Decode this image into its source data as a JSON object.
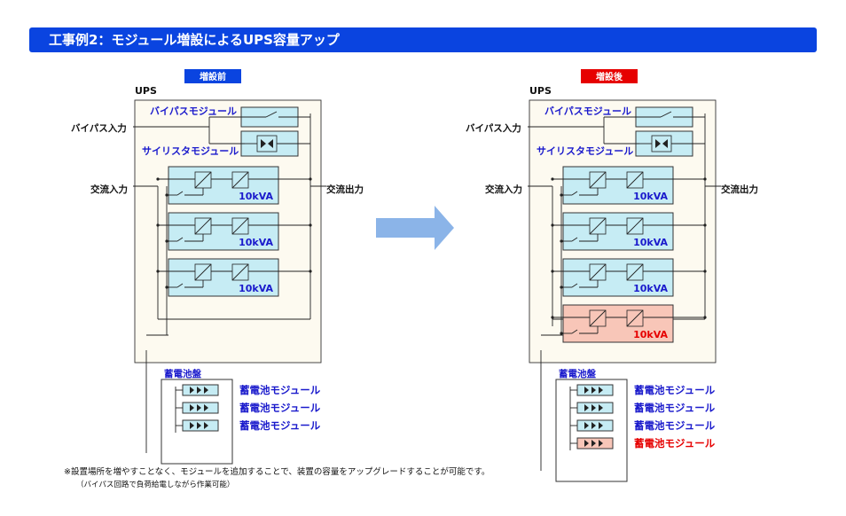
{
  "title": "工事例2：モジュール増設によるUPS容量アップ",
  "before": {
    "badge": "増設前",
    "ups_label": "UPS",
    "bypass_module": "バイパスモジュール",
    "thyristor_module": "サイリスタモジュール",
    "bypass_input": "バイパス入力",
    "ac_input": "交流入力",
    "ac_output": "交流出力",
    "modules": [
      "10kVA",
      "10kVA",
      "10kVA"
    ],
    "battery_panel": "蓄電池盤",
    "batteries": [
      "蓄電池モジュール",
      "蓄電池モジュール",
      "蓄電池モジュール"
    ]
  },
  "after": {
    "badge": "増設後",
    "ups_label": "UPS",
    "bypass_module": "バイパスモジュール",
    "thyristor_module": "サイリスタモジュール",
    "bypass_input": "バイパス入力",
    "ac_input": "交流入力",
    "ac_output": "交流出力",
    "modules": [
      "10kVA",
      "10kVA",
      "10kVA",
      "10kVA"
    ],
    "battery_panel": "蓄電池盤",
    "batteries": [
      "蓄電池モジュール",
      "蓄電池モジュール",
      "蓄電池モジュール",
      "蓄電池モジュール"
    ]
  },
  "colors": {
    "title_bg": "#0a44e0",
    "module_fill": "#c6ecf4",
    "added_fill": "#f8c6b8",
    "ups_fill": "#fdfaf0",
    "blue_text": "#1a1acc",
    "red_text": "#e60000",
    "arrow": "#8bb4e8"
  },
  "footnote": "※設置場所を増やすことなく、モジュールを追加することで、装置の容量をアップグレードすることが可能です。",
  "footnote_sub": "（バイパス回路で負荷給電しながら作業可能）"
}
